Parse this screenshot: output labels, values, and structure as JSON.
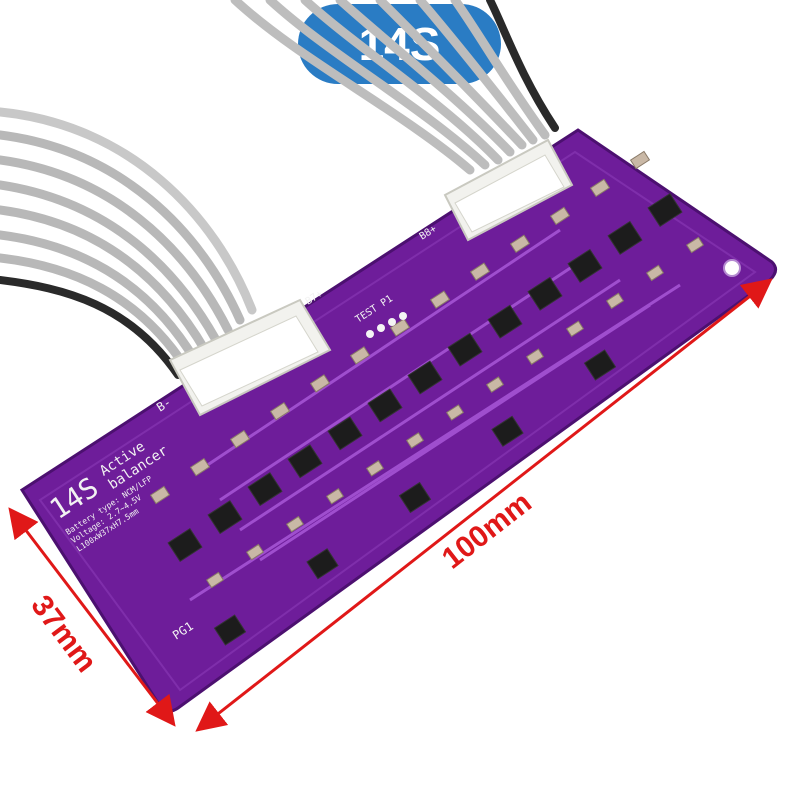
{
  "badge": {
    "label": "14S",
    "color": "#2a7cc4"
  },
  "dimensions": {
    "length": "100mm",
    "width": "37mm",
    "color": "#e01818"
  },
  "board": {
    "title": "14S",
    "subtitle_line1": "Active",
    "subtitle_line2": "balancer",
    "spec_line1": "Battery type: NCM/LFP",
    "spec_line2": "Voltage: 2.7~4.5V",
    "spec_line3": "L100xW37xH7.5mm",
    "test_label": "TEST P1",
    "connector_b_minus": "B-",
    "connector_b7_plus": "B7+",
    "connector_b8_plus": "B8+",
    "pg_label": "PG1",
    "color": "#6e1d9a"
  }
}
